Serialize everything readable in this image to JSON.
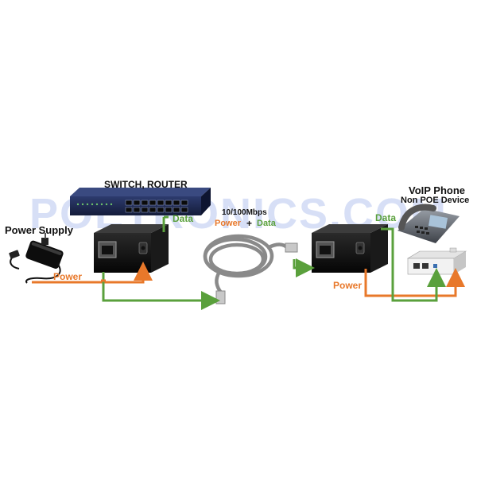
{
  "labels": {
    "switch": "SWITCH, ROUTER",
    "power_supply": "Power Supply",
    "voip_phone": "VoIP Phone",
    "non_poe": "Non POE Device",
    "speed": "10/100Mbps",
    "power_left": "Power",
    "power_mid": "Power",
    "plus": "+",
    "data_mid": "Data",
    "data_left": "Data",
    "data_right": "Data",
    "power_right": "Power"
  },
  "watermark": "POETRONICS.COM",
  "colors": {
    "power_line": "#e8782a",
    "data_line": "#5aa03c",
    "device_body": "#111111",
    "switch_body": "#1e2a55",
    "cable": "#8a8a8a",
    "text": "#111111"
  }
}
